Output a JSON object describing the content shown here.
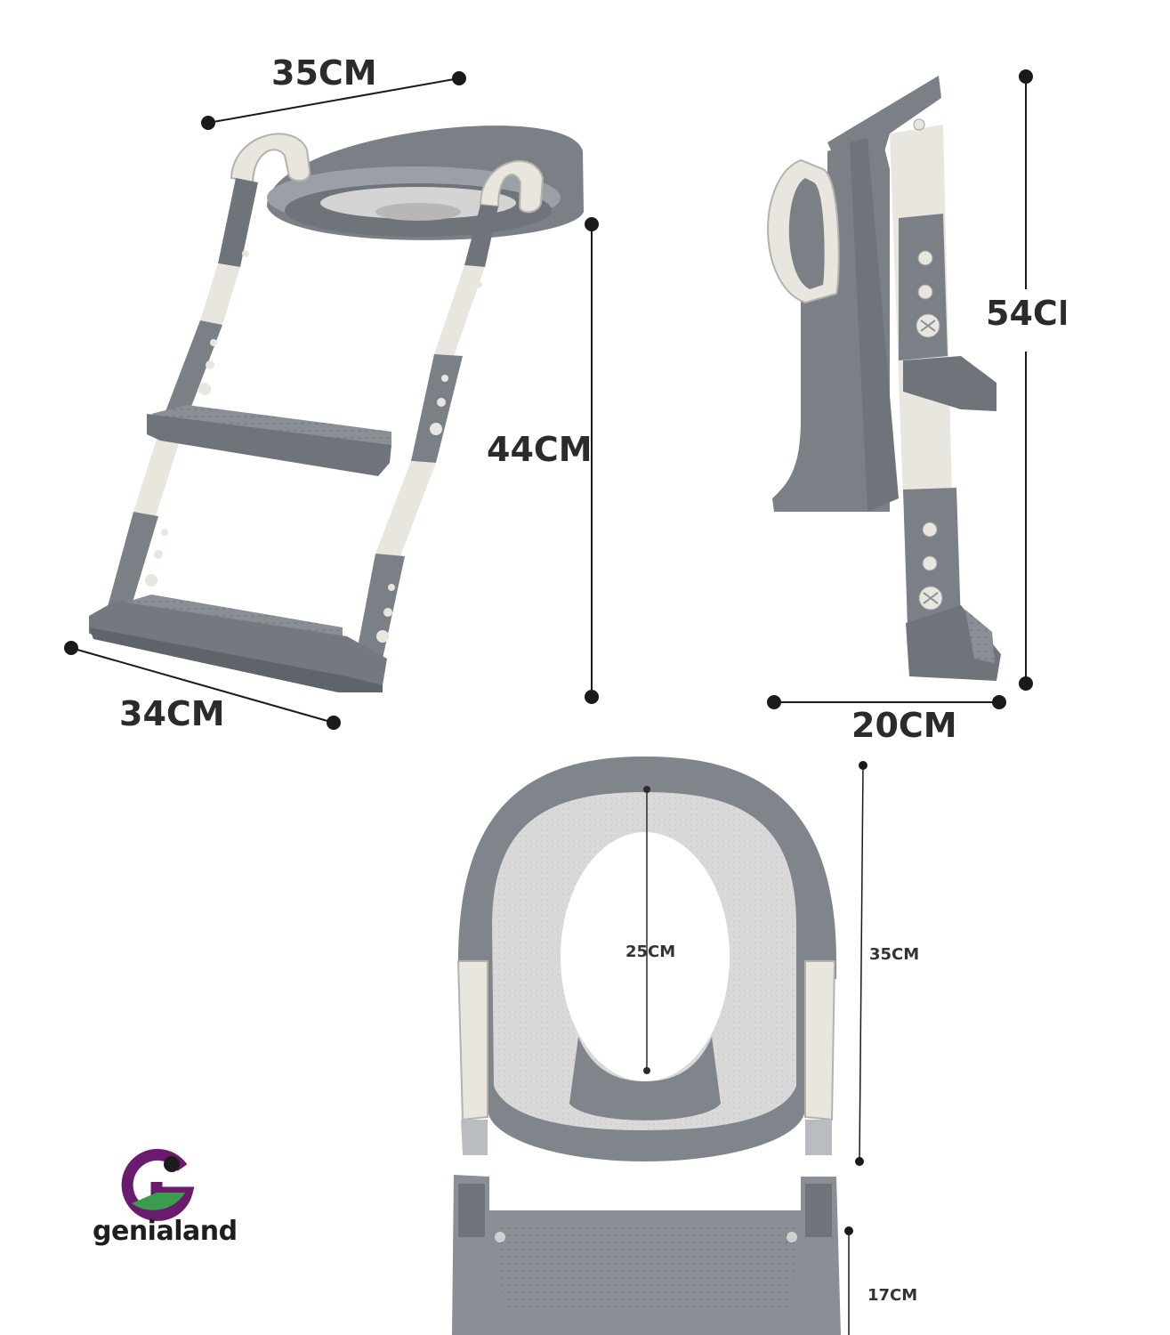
{
  "dimensions": {
    "ladder_top_width": "35CM",
    "ladder_height": "44CM",
    "ladder_bottom_width": "34CM",
    "side_height": "54CM",
    "side_depth": "20CM",
    "seat_opening": "25CM",
    "seat_length": "35CM",
    "step_height": "17CM"
  },
  "brand": {
    "name": "genialand"
  },
  "colors": {
    "plastic_grey": "#7b8087",
    "plastic_dark": "#5f646b",
    "cream": "#e9e6df",
    "brand_purple": "#6a1b6e",
    "brand_green": "#3a9c4c"
  }
}
